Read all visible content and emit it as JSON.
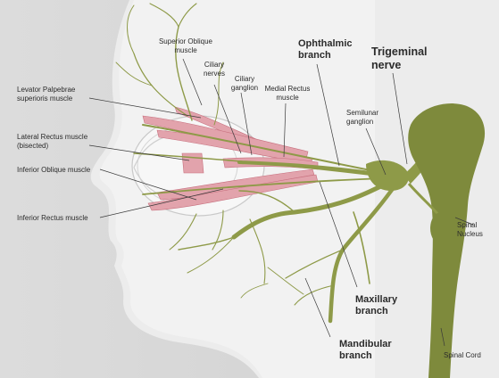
{
  "labels": {
    "superior_oblique": "Superior Oblique\nmuscle",
    "ciliary_nerves": "Ciliary\nnerves",
    "ciliary_ganglion": "Ciliary\nganglion",
    "medial_rectus": "Medial Rectus\nmuscle",
    "ophthalmic_branch": "Ophthalmic\nbranch",
    "trigeminal_nerve": "Trigeminal\nnerve",
    "levator_palpebrae": "Levator Palpebrae\nsuperioris muscle",
    "lateral_rectus": "Lateral Rectus muscle\n(bisected)",
    "inferior_oblique": "Inferior Oblique muscle",
    "inferior_rectus": "Inferior Rectus muscle",
    "semilunar_ganglion": "Semilunar\nganglion",
    "spinal_nucleus": "Spinal\nNucleus",
    "maxillary_branch": "Maxillary\nbranch",
    "mandibular_branch": "Mandibular\nbranch",
    "spinal_cord": "Spinal Cord"
  },
  "colors": {
    "nerve": "#8e9a48",
    "nucleus": "#7e8a3c",
    "muscle": "#e2a3ac",
    "background": "#d6d6d6"
  }
}
